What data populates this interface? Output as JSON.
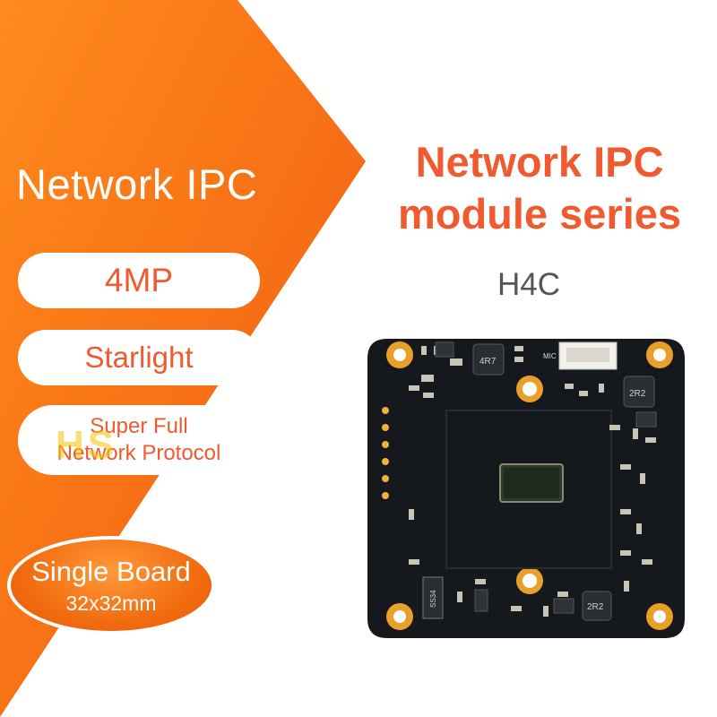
{
  "colors": {
    "brand_orange": "#f07a16",
    "title_orange": "#ef5a2e",
    "model_gray": "#555555",
    "board_black": "#15181c"
  },
  "left_panel": {
    "title": "Network IPC",
    "pills": [
      "4MP",
      "Starlight"
    ],
    "protocol_line1": "Super Full",
    "protocol_line2": "Network Protocol",
    "watermark": "HS",
    "badge_line1": "Single Board",
    "badge_line2": "32x32mm"
  },
  "right_panel": {
    "title_line1": "Network IPC",
    "title_line2": "module series",
    "model": "H4C"
  },
  "board": {
    "connector_label": "MIC",
    "inductor_labels": [
      "4R7",
      "2R2",
      "2R2"
    ],
    "diode_label": "SS34"
  }
}
